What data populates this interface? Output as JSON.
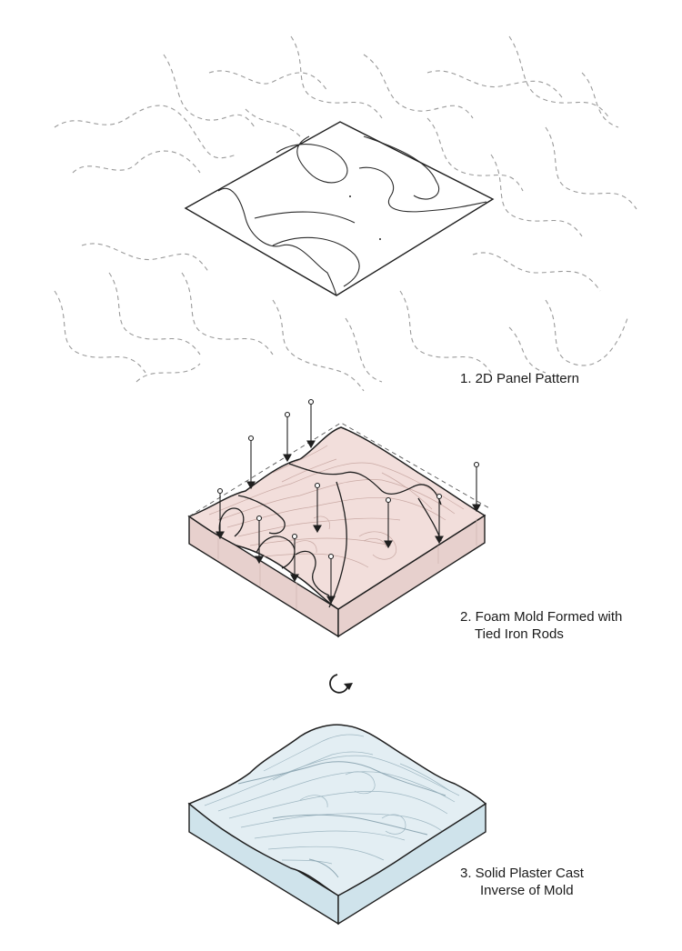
{
  "captions": {
    "step1": "1. 2D Panel Pattern",
    "step2_line1": "2. Foam Mold Formed with",
    "step2_line2": "Tied Iron Rods",
    "step3_line1": "3.  Solid Plaster Cast",
    "step3_line2": "Inverse of Mold"
  },
  "colors": {
    "line": "#1f1f1f",
    "dashed": "#9a9a9a",
    "foam_top": "#f2dedb",
    "foam_side": "#e7d0cd",
    "foam_contour": "#c9a9a4",
    "plaster_top": "#e3eef3",
    "plaster_side": "#cfe3eb",
    "plaster_contour": "#9fb7c2"
  }
}
